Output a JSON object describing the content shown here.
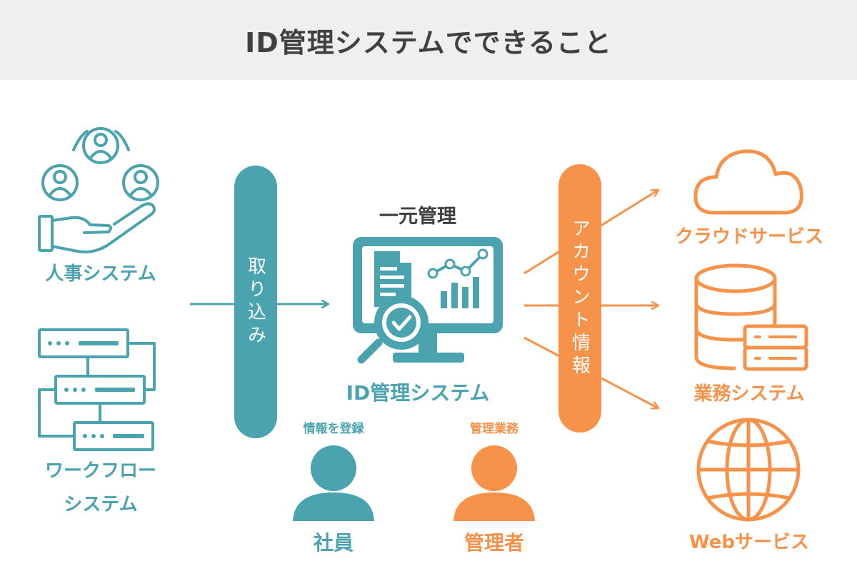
{
  "header": {
    "title": "ID管理システムでできること"
  },
  "sources": {
    "hr_label": "人事システム",
    "workflow_label_line1": "ワークフロー",
    "workflow_label_line2": "システム"
  },
  "import_pill": {
    "label": "取り込み"
  },
  "center": {
    "top_label": "一元管理",
    "system_label": "ID管理システム"
  },
  "people": {
    "employee": {
      "caption": "情報を登録",
      "label": "社員"
    },
    "admin": {
      "caption": "管理業務",
      "label": "管理者"
    }
  },
  "account_pill": {
    "label": "アカウント情報"
  },
  "targets": {
    "cloud_label": "クラウドサービス",
    "business_label": "業務システム",
    "web_label": "Webサービス"
  },
  "colors": {
    "teal": "#4aa3ae",
    "orange": "#f7924b",
    "dark": "#404040",
    "header_bg": "#efefef"
  }
}
